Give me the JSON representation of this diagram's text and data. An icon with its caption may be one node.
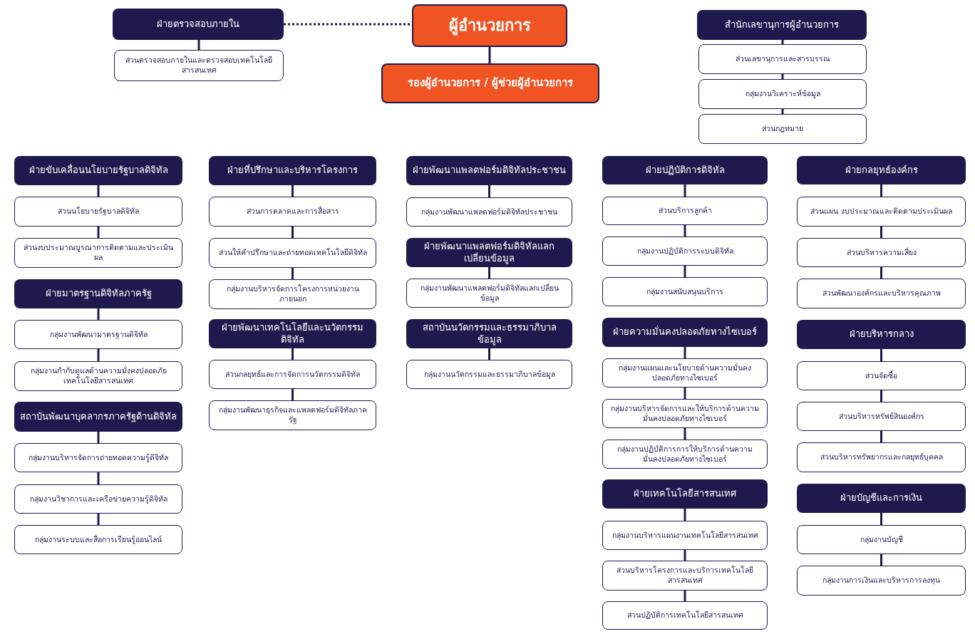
{
  "diagram": {
    "nodes": [
      {
        "text": [
          "ฝ่ายตรวจสอบภายใน"
        ]
      },
      {
        "text": [
          "ส่วนตรวจสอบภายในและตรวจสอบเทคโนโลยีสารสนเทศ"
        ]
      },
      {
        "text": [
          "ผู้อำนวยการ"
        ]
      },
      {
        "text": [
          "รองผู้อำนวยการ / ผู้ช่วยผู้อำนวยการ"
        ]
      },
      {
        "text": [
          "สำนักเลขานุการผู้อำนวยการ"
        ]
      },
      {
        "text": [
          "ส่วนเลขานุการและสารบรรณ"
        ]
      },
      {
        "text": [
          "กลุ่มงานวิเคราะห์ข้อมูล"
        ]
      },
      {
        "text": [
          "ส่วนกฎหมาย"
        ]
      },
      {
        "text": [
          "ฝ่ายขับเคลื่อนนโยบายรัฐบาลดิจิทัล"
        ]
      },
      {
        "text": [
          "ส่วนนโยบายรัฐบาลดิจิทัล"
        ]
      },
      {
        "text": [
          "ส่วนงบประมาณบูรณาการติดตามและประเมินผล"
        ]
      },
      {
        "text": [
          "ฝ่ายมาตรฐานดิจิทัลภาครัฐ"
        ]
      },
      {
        "text": [
          "กลุ่มงานพัฒนามาตรฐานดิจิทัล"
        ]
      },
      {
        "text": [
          "กลุ่มงานกำกับดูแลด้านความมั่งคงปลอดภัยเทคโนโลยีสารสนเทศ"
        ]
      },
      {
        "text": [
          "สถาบันพัฒนาบุคลากรภาครัฐด้านดิจิทัล"
        ]
      },
      {
        "text": [
          "กลุ่มงานบริหารจัดการถ่ายทอดความรู้ดิจิทัล"
        ]
      },
      {
        "text": [
          "กลุ่มงานวิชาการและเครือข่ายความรู้ดิจิทัล"
        ]
      },
      {
        "text": [
          "กลุ่มงานระบบและสื่อการเรียนรู้ออนไลน์"
        ]
      },
      {
        "text": [
          "ฝ่ายที่ปรึกษาและบริหารโครงการ"
        ]
      },
      {
        "text": [
          "ส่วนการตลาดและการสื่อสาร"
        ]
      },
      {
        "text": [
          "ส่วนให้คำปรึกษาและถ่ายทอดเทคโนโลยีดิจิทัล"
        ]
      },
      {
        "text": [
          "กลุ่มงานบริหารจัดการโครงการหน่วยงานภายนอก"
        ]
      },
      {
        "text": [
          "ฝ่ายพัฒนาเทคโนโลยีและนวัตกรรมดิจิทัล"
        ]
      },
      {
        "text": [
          "ส่วนกลยุทธ์และการจัดการนวัตกรรมดิจิทัล"
        ]
      },
      {
        "text": [
          "กลุ่มงานพัฒนาธุรกิจและแพลตฟอร์มดิจิทัลภาครัฐ"
        ]
      },
      {
        "text": [
          "ฝ่ายพัฒนาแพลตฟอร์มดิจิทัลประชาชน"
        ]
      },
      {
        "text": [
          "กลุ่มงานพัฒนาแพลตฟอร์มดิจิทัลประชาชน"
        ]
      },
      {
        "text": [
          "ฝ่ายพัฒนาแพลตฟอร์มดิจิทัลแลกเปลี่ยนข้อมูล"
        ]
      },
      {
        "text": [
          "กลุ่มงานพัฒนาแพลตฟอร์มดิจิทัลแลกเปลี่ยนข้อมูล"
        ]
      },
      {
        "text": [
          "สถาบันนวัตกรรมและธรรมาภิบาลข้อมูล"
        ]
      },
      {
        "text": [
          "กลุ่มงานนวัตกรรมและธรรมาภิบาลข้อมูล"
        ]
      },
      {
        "text": [
          "ฝ่ายปฏิบัติการดิจิทัล"
        ]
      },
      {
        "text": [
          "ส่วนบริการลูกค้า"
        ]
      },
      {
        "text": [
          "กลุ่มงานปฏิบัติการระบบดิจิทัล"
        ]
      },
      {
        "text": [
          "กลุ่มงานสนับสนุนบริการ"
        ]
      },
      {
        "text": [
          "ฝ่ายความมั่นคงปลอดภัยทางไซเบอร์"
        ]
      },
      {
        "text": [
          "กลุ่มงานแผนและนโยบายด้านความมั่นคงปลอดภัยทางไซเบอร์"
        ]
      },
      {
        "text": [
          "กลุ่มงานบริหารจัดการและให้บริการด้านความมั่นคงปลอดภัยทางไซเบอร์"
        ]
      },
      {
        "text": [
          "กลุ่มงานปฏิบัติการการให้บริการด้านความมั่นคงปลอดภัยทางไซเบอร์"
        ]
      },
      {
        "text": [
          "ฝ่ายเทคโนโลยีสารสนเทศ"
        ]
      },
      {
        "text": [
          "กลุ่มงานบริหารแผนงานเทคโนโลยีสารสนเทศ"
        ]
      },
      {
        "text": [
          "ส่วนบริหารโครงการและบริการเทคโนโลยีสารสนเทศ"
        ]
      },
      {
        "text": [
          "ส่วนปฏิบัติการเทคโนโลยีสารสนเทศ"
        ]
      },
      {
        "text": [
          "ฝ่ายกลยุทธ์องค์กร"
        ]
      },
      {
        "text": [
          "ส่วนแผน งบประมาณและติดตามประเมินผล"
        ]
      },
      {
        "text": [
          "ส่วนบริหารความเสี่ยง"
        ]
      },
      {
        "text": [
          "ส่วนพัฒนาองค์กรและบริหารคุณภาพ"
        ]
      },
      {
        "text": [
          "ฝ่ายบริหารกลาง"
        ]
      },
      {
        "text": [
          "ส่วนจัดซื้อ"
        ]
      },
      {
        "text": [
          "ส่วนบริหารทรัพย์สินองค์กร"
        ]
      },
      {
        "text": [
          "ส่วนบริหารทรัพยากรและกลยุทธ์บุคคล"
        ]
      },
      {
        "text": [
          "ฝ่ายบัญชีและการเงิน"
        ]
      },
      {
        "text": [
          "กลุ่มงานบัญชี"
        ]
      },
      {
        "text": [
          "กลุ่มงานการเงินและบริหารการลงทุน"
        ]
      }
    ],
    "edges": [
      {
        "from": 0,
        "to": 1,
        "arrow": "none"
      },
      {
        "from": 0,
        "to": 2,
        "arrow": "none",
        "style": "dashed"
      },
      {
        "from": 2,
        "to": 3,
        "arrow": "none"
      },
      {
        "from": 4,
        "to": 5,
        "arrow": "none"
      },
      {
        "from": 5,
        "to": 6,
        "arrow": "none"
      },
      {
        "from": 6,
        "to": 7,
        "arrow": "none"
      },
      {
        "from": 8,
        "to": 9,
        "arrow": "none"
      },
      {
        "from": 9,
        "to": 10,
        "arrow": "none"
      },
      {
        "from": 11,
        "to": 12,
        "arrow": "none"
      },
      {
        "from": 12,
        "to": 13,
        "arrow": "none"
      },
      {
        "from": 14,
        "to": 15,
        "arrow": "none"
      },
      {
        "from": 15,
        "to": 16,
        "arrow": "none"
      },
      {
        "from": 16,
        "to": 17,
        "arrow": "none"
      },
      {
        "from": 18,
        "to": 19,
        "arrow": "none"
      },
      {
        "from": 19,
        "to": 20,
        "arrow": "none"
      },
      {
        "from": 20,
        "to": 21,
        "arrow": "none"
      },
      {
        "from": 22,
        "to": 23,
        "arrow": "none"
      },
      {
        "from": 23,
        "to": 24,
        "arrow": "none"
      },
      {
        "from": 25,
        "to": 26,
        "arrow": "none"
      },
      {
        "from": 27,
        "to": 28,
        "arrow": "none"
      },
      {
        "from": 29,
        "to": 30,
        "arrow": "none"
      },
      {
        "from": 31,
        "to": 32,
        "arrow": "none"
      },
      {
        "from": 32,
        "to": 33,
        "arrow": "none"
      },
      {
        "from": 33,
        "to": 34,
        "arrow": "none"
      },
      {
        "from": 35,
        "to": 36,
        "arrow": "none"
      },
      {
        "from": 36,
        "to": 37,
        "arrow": "none"
      },
      {
        "from": 37,
        "to": 38,
        "arrow": "none"
      },
      {
        "from": 39,
        "to": 40,
        "arrow": "none"
      },
      {
        "from": 40,
        "to": 41,
        "arrow": "none"
      },
      {
        "from": 41,
        "to": 42,
        "arrow": "none"
      },
      {
        "from": 43,
        "to": 44,
        "arrow": "none"
      },
      {
        "from": 44,
        "to": 45,
        "arrow": "none"
      },
      {
        "from": 45,
        "to": 46,
        "arrow": "none"
      },
      {
        "from": 47,
        "to": 48,
        "arrow": "none"
      },
      {
        "from": 48,
        "to": 49,
        "arrow": "none"
      },
      {
        "from": 49,
        "to": 50,
        "arrow": "none"
      },
      {
        "from": 51,
        "to": 52,
        "arrow": "none"
      },
      {
        "from": 52,
        "to": 53,
        "arrow": "none"
      }
    ]
  }
}
